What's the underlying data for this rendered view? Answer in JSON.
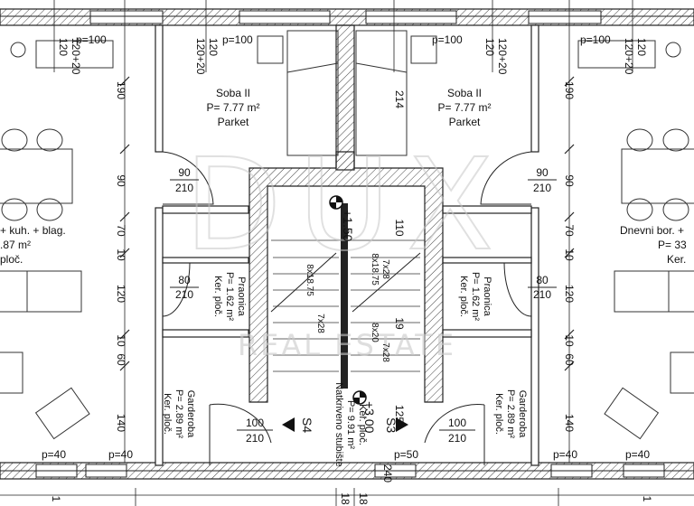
{
  "rooms": {
    "soba_left": {
      "name": "Soba II",
      "area": "P= 7.77 m²",
      "floor": "Parket"
    },
    "soba_right": {
      "name": "Soba II",
      "area": "P= 7.77 m²",
      "floor": "Parket"
    },
    "living_left": {
      "name": "+ kuh. + blag.",
      "area": ".87 m²",
      "floor": "ploč."
    },
    "living_right": {
      "name": "Dnevni bor. +",
      "area": "P= 33",
      "floor": "Ker."
    },
    "praonica_left": {
      "name": "Praonica",
      "area": "P= 1.62 m²",
      "floor": "Ker. ploč."
    },
    "praonica_right": {
      "name": "Praonica",
      "area": "P= 1.62 m²",
      "floor": "Ker. ploč."
    },
    "garderoba_left": {
      "name": "Garderoba",
      "area": "P= 2.89 m²",
      "floor": "Ker. ploč."
    },
    "garderoba_right": {
      "name": "Garderoba",
      "area": "P= 2.89 m²",
      "floor": "Ker. ploč."
    },
    "stubiste": {
      "name": "Natkriveno stubište",
      "area": "P= 9.91 m²",
      "floor": "Ker. ploč."
    }
  },
  "levels": {
    "upper": "+1.50",
    "lower": "+3.00"
  },
  "sections": {
    "left": "S4",
    "right": "S3"
  },
  "stairs": {
    "flight_a": "8x18.75",
    "flight_b": "7x28",
    "flight_c": "8x18.75",
    "flight_d": "7x28",
    "flight_e": "8x20",
    "flight_f": "7x28"
  },
  "door_dims": {
    "d90_210": [
      "90",
      "210"
    ],
    "d80_210": [
      "80",
      "210"
    ],
    "d100_210": [
      "100",
      "210"
    ]
  },
  "window_labels": {
    "p100": "p=100",
    "p40": "p=40",
    "p50": "p=50",
    "w120": "120",
    "w120_20": "120+20"
  },
  "vertical_dims": [
    "190",
    "90",
    "70",
    "10",
    "120",
    "10",
    "60",
    "140"
  ],
  "misc_dims": {
    "d214": "214",
    "d110": "110",
    "d125": "125",
    "d19": "19",
    "d240": "240",
    "d18": "18",
    "d1": "1"
  },
  "watermark": {
    "brand": "DUX",
    "tagline": "REAL ESTATE"
  }
}
